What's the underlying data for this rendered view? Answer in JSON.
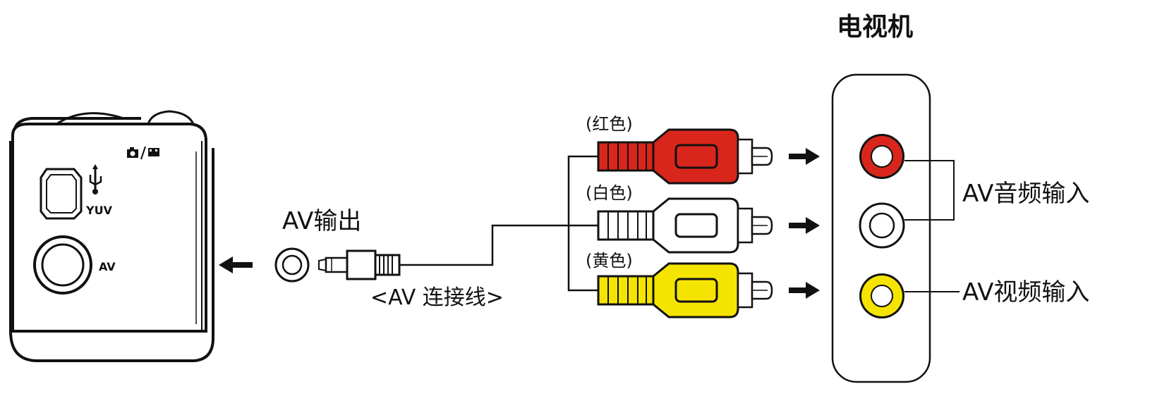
{
  "tv": {
    "title": "电视机"
  },
  "camera": {
    "port_yuv_label": "YUV",
    "port_av_label": "AV",
    "mode_icon": "camera-video-mode-icon",
    "usb_icon": "usb-icon"
  },
  "cable": {
    "av_output_label": "AV输出",
    "cable_label": "<AV 连接线>"
  },
  "plugs": [
    {
      "label": "(红色)",
      "color": "#d9261c"
    },
    {
      "label": "(白色)",
      "color": "#ffffff"
    },
    {
      "label": "(黄色)",
      "color": "#f5e400"
    }
  ],
  "inputs": {
    "audio_label": "AV音频输入",
    "video_label": "AV视频输入"
  }
}
